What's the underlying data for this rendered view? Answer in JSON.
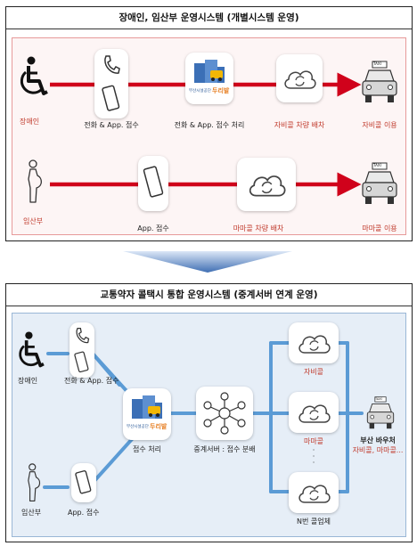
{
  "top_panel": {
    "title": "장애인, 임산부 운영시스템 (개별시스템 운영)",
    "row1": {
      "user_label": "장애인",
      "step1_label": "전화 & App. 접수",
      "step2_label": "전화 & App. 접수 처리",
      "step3_label": "자비콜 차량 배차",
      "step4_label": "자비콜 이용"
    },
    "row2": {
      "user_label": "임산부",
      "step1_label": "App. 접수",
      "step2_label": "마마콜 차량 배차",
      "step3_label": "마마콜 이용"
    }
  },
  "logo": {
    "org": "부산시설공단",
    "brand": "두리발"
  },
  "taxi_sign": "TAXI",
  "bottom_panel": {
    "title": "교통약자 콜택시 통합 운영시스템 (중계서버 연계 운영)",
    "disabled_label": "장애인",
    "disabled_channel_label": "전화 & App. 접수",
    "pregnant_label": "임산부",
    "pregnant_channel_label": "App. 접수",
    "center_label": "접수 처리",
    "relay_label": "중계서버 : 접수 분배",
    "cloud1_label": "자비콜",
    "cloud2_label": "마마콜",
    "cloud3_label": "N번 콜업체",
    "dots": "·\n·\n·",
    "voucher_label": "부산 바우처",
    "voucher_sub": "자비콜, 마마콜..."
  },
  "colors": {
    "red_arrow": "#d0021b",
    "blue_line": "#5b9bd5",
    "label_red": "#c0392b"
  }
}
